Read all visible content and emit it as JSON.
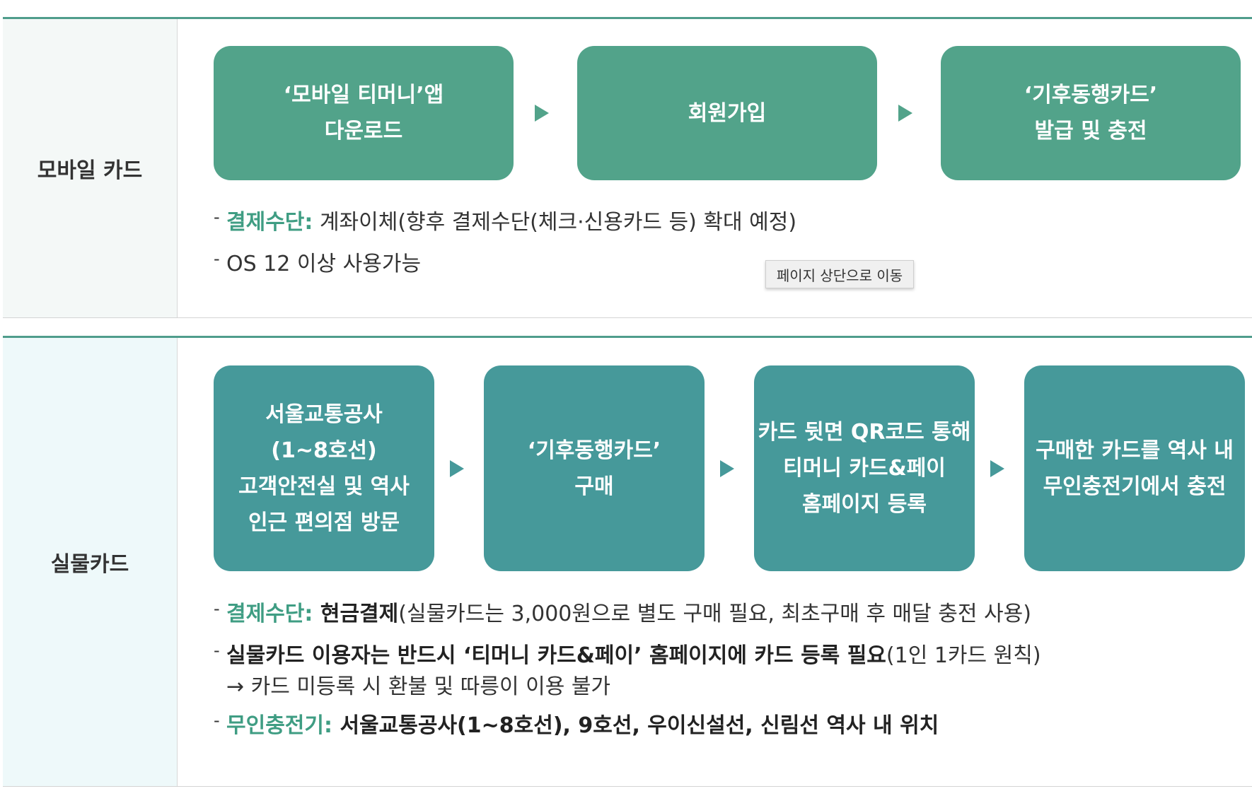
{
  "mobile": {
    "label": "모바일 카드",
    "steps": [
      "‘모바일 티머니’앱\n다운로드",
      "회원가입",
      "‘기후동행카드’\n발급 및 충전"
    ],
    "notes": {
      "n1_key": "결제수단:",
      "n1_text": " 계좌이체(향후 결제수단(체크·신용카드 등) 확대 예정)",
      "n2_text": "OS 12 이상 사용가능"
    }
  },
  "tooltip": "페이지 상단으로 이동",
  "physical": {
    "label": "실물카드",
    "steps": [
      "서울교통공사\n(1~8호선)\n고객안전실 및 역사\n인근 편의점 방문",
      "‘기후동행카드’\n구매",
      "카드 뒷면 QR코드 통해\n티머니 카드&페이\n홈페이지 등록",
      "구매한 카드를 역사 내\n무인충전기에서 충전"
    ],
    "notes": {
      "n1_key": "결제수단:",
      "n1_strong": " 현금결제",
      "n1_text": "(실물카드는 3,000원으로 별도 구매 필요, 최초구매 후 매달 충전 사용)",
      "n2_strong": "실물카드 이용자는 반드시 ‘티머니 카드&페이’ 홈페이지에 카드 등록 필요",
      "n2_text": "(1인 1카드 원칙)",
      "n2_sub": "→ 카드 미등록 시 환불 및 따릉이 이용 불가",
      "n3_key": "무인충전기:",
      "n3_strong": " 서울교통공사(1~8호선), 9호선, 우이신설선, 신림선 역사 내 위치"
    }
  }
}
